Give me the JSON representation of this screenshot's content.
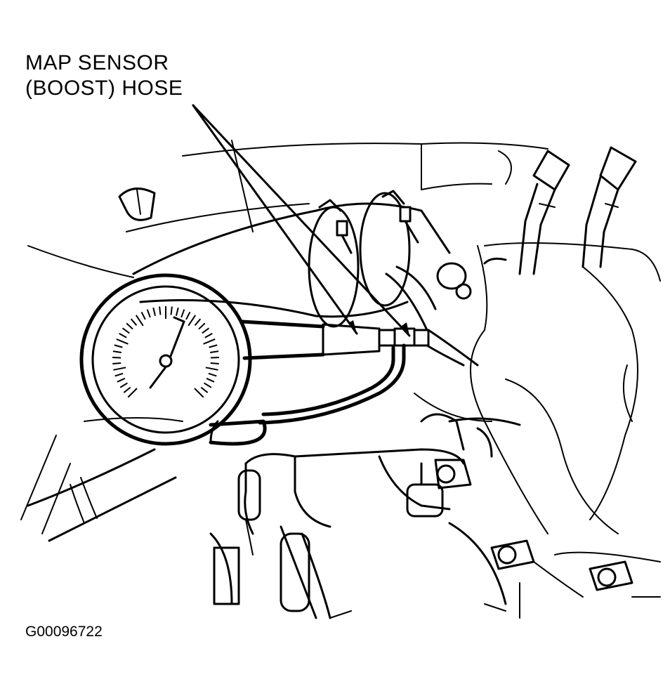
{
  "callout": {
    "line1": "MAP SENSOR",
    "line2": "(BOOST) HOSE"
  },
  "figure_id": "G00096722",
  "icons": [
    "vacuum-gauge-icon",
    "engine-line-art-icon"
  ]
}
